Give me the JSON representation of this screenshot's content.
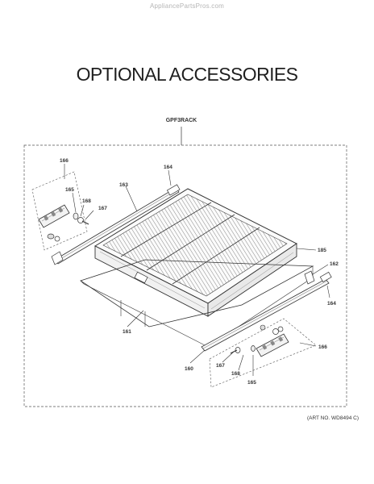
{
  "watermark": "AppliancePartsPros.com",
  "title": "OPTIONAL ACCESSORIES",
  "kit_label": "GPF3RACK",
  "art_no": "(ART NO. WD8494 C)",
  "callouts": {
    "c166_left": "166",
    "c165_left": "165",
    "c168_left": "168",
    "c167_left": "167",
    "c163": "163",
    "c164_top": "164",
    "c185": "185",
    "c162": "162",
    "c164_right": "164",
    "c166_right": "166",
    "c161": "161",
    "c160": "160",
    "c167_bottom": "167",
    "c168_bottom": "168",
    "c165_bottom": "165"
  }
}
